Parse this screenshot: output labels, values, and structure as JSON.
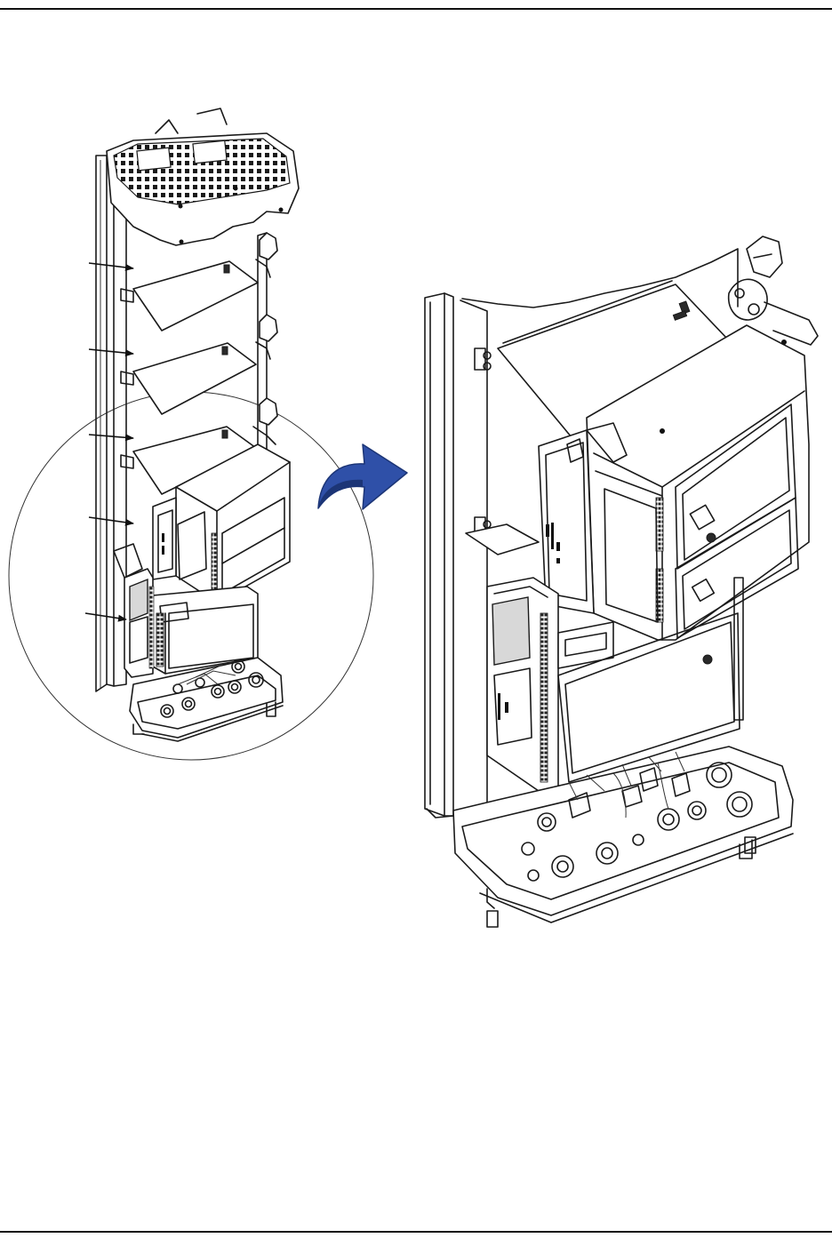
{
  "page": {
    "header_rule": true,
    "footer_rule": true
  },
  "figure": {
    "arrow_color": "#2f50a8",
    "arrow_color_dark": "#1c3576",
    "callout_arrows": 5,
    "icons": [
      "exploded-cabinet-view",
      "zoom-circle",
      "transition-arrow",
      "assembled-cabinet-detail"
    ]
  }
}
